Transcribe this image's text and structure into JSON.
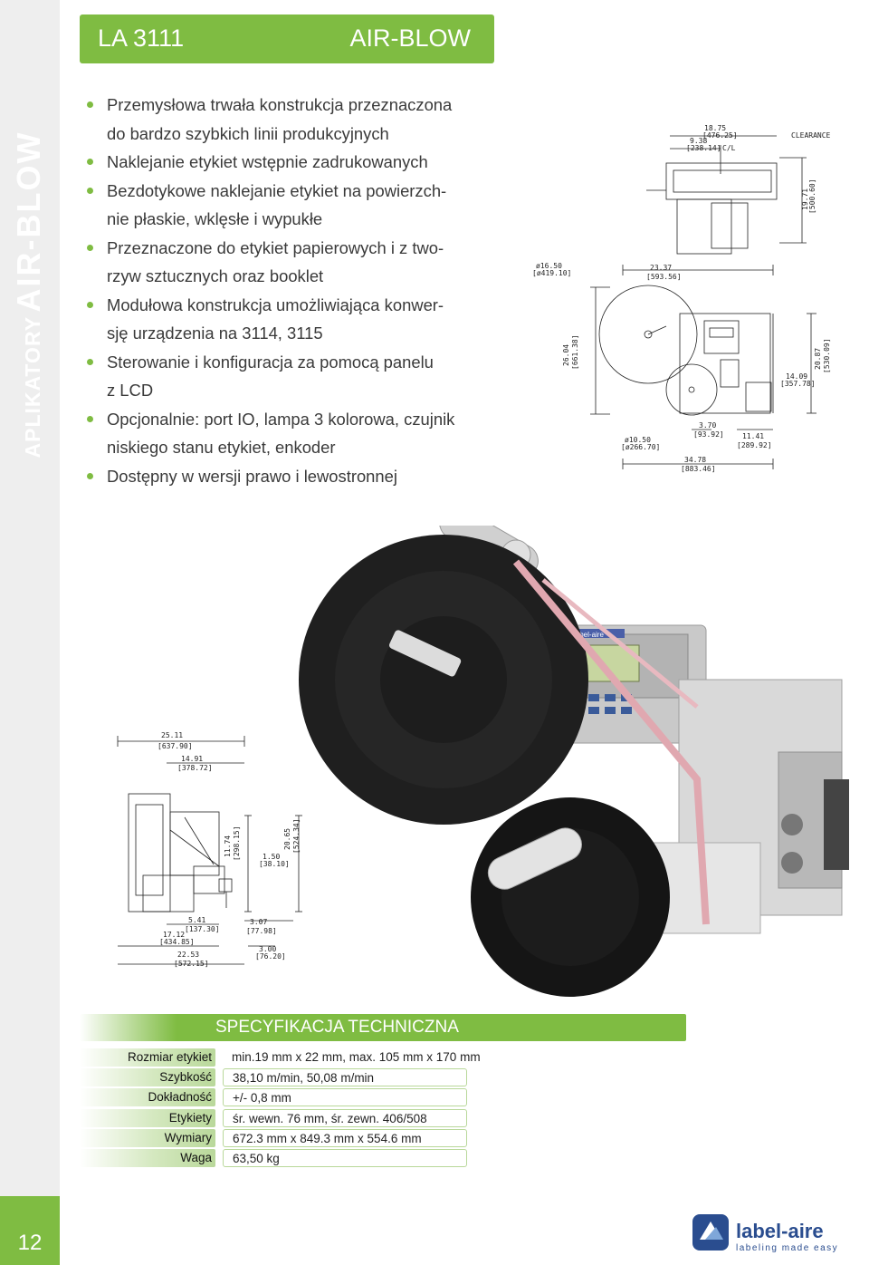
{
  "sidebar": {
    "category": "APLIKATORY",
    "series": "AIR-BLOW",
    "page_number": "12"
  },
  "header": {
    "model": "LA 3111",
    "type": "AIR-BLOW"
  },
  "features": [
    "Przemysłowa trwała konstrukcja przeznaczona do bardzo szybkich linii produkcyjnych",
    "Naklejanie etykiet wstępnie zadrukowanych",
    "Bezdotykowe naklejanie etykiet na powierzch-nie płaskie, wklęsłe i wypukłe",
    "Przeznaczone do etykiet papierowych i z two-rzyw sztucznych oraz booklet",
    "Modułowa konstrukcja umożliwiająca konwer-sję urządzenia na 3114, 3115",
    "Sterowanie i konfiguracja za pomocą panelu z LCD",
    "Opcjonalnie: port IO, lampa 3 kolorowa, czujnik niskiego stanu etykiet, enkoder",
    "Dostępny w wersji prawo i lewostronnej"
  ],
  "feature_lines": [
    [
      "Przemysłowa trwała konstrukcja przeznaczona",
      "do bardzo szybkich linii produkcyjnych"
    ],
    [
      "Naklejanie etykiet wstępnie zadrukowanych"
    ],
    [
      "Bezdotykowe naklejanie etykiet na powierzch-",
      "nie płaskie, wklęsłe i wypukłe"
    ],
    [
      "Przeznaczone do etykiet papierowych i z two-",
      "rzyw sztucznych oraz booklet"
    ],
    [
      "Modułowa konstrukcja umożliwiająca konwer-",
      "sję urządzenia na 3114, 3115"
    ],
    [
      "Sterowanie i konfiguracja za pomocą panelu",
      "z LCD"
    ],
    [
      "Opcjonalnie: port IO, lampa 3 kolorowa, czujnik",
      "niskiego stanu etykiet, enkoder"
    ],
    [
      "Dostępny w wersji prawo i lewostronnej"
    ]
  ],
  "drawing_top": {
    "dims": [
      "18.75",
      "[476.25]",
      "9.38",
      "[238.14]",
      "C/L",
      "CLEARANCE",
      "19.71",
      "[500.60]",
      "ø16.50",
      "[ø419.10]",
      "23.37",
      "[593.56]",
      "26.04",
      "[661.38]",
      "20.87",
      "[530.09]",
      "14.09",
      "[357.78]",
      "3.70",
      "[93.92]",
      "11.41",
      "[289.92]",
      "ø10.50",
      "[ø266.70]",
      "34.78",
      "[883.46]"
    ]
  },
  "drawing_side": {
    "dims": [
      "25.11",
      "[637.90]",
      "14.91",
      "[378.72]",
      "11.74",
      "[298.15]",
      "20.65",
      "[524.34]",
      "1.50",
      "[38.10]",
      "5.41",
      "[137.30]",
      "17.12",
      "[434.85]",
      "3.07",
      "[77.98]",
      "22.53",
      "[572.15]",
      "3.00",
      "[76.20]"
    ]
  },
  "photo": {
    "brand_plate": "label-aire"
  },
  "spec": {
    "title": "SPECYFIKACJA TECHNICZNA",
    "rows": [
      {
        "label": "Rozmiar etykiet",
        "value": "min.19 mm x 22 mm, max. 105 mm x 170 mm"
      },
      {
        "label": "Szybkość",
        "value": "38,10 m/min, 50,08 m/min"
      },
      {
        "label": "Dokładność",
        "value": "+/- 0,8 mm"
      },
      {
        "label": "Etykiety",
        "value": "śr. wewn. 76 mm, śr. zewn. 406/508"
      },
      {
        "label": "Wymiary",
        "value": "672.3 mm x 849.3 mm x 554.6 mm"
      },
      {
        "label": "Waga",
        "value": "63,50 kg"
      }
    ]
  },
  "logo": {
    "name": "label-aire",
    "tagline": "labeling made easy"
  },
  "colors": {
    "accent": "#7fbc42",
    "sidebar_bg": "#eeeeee",
    "text": "#3a3a3a"
  }
}
